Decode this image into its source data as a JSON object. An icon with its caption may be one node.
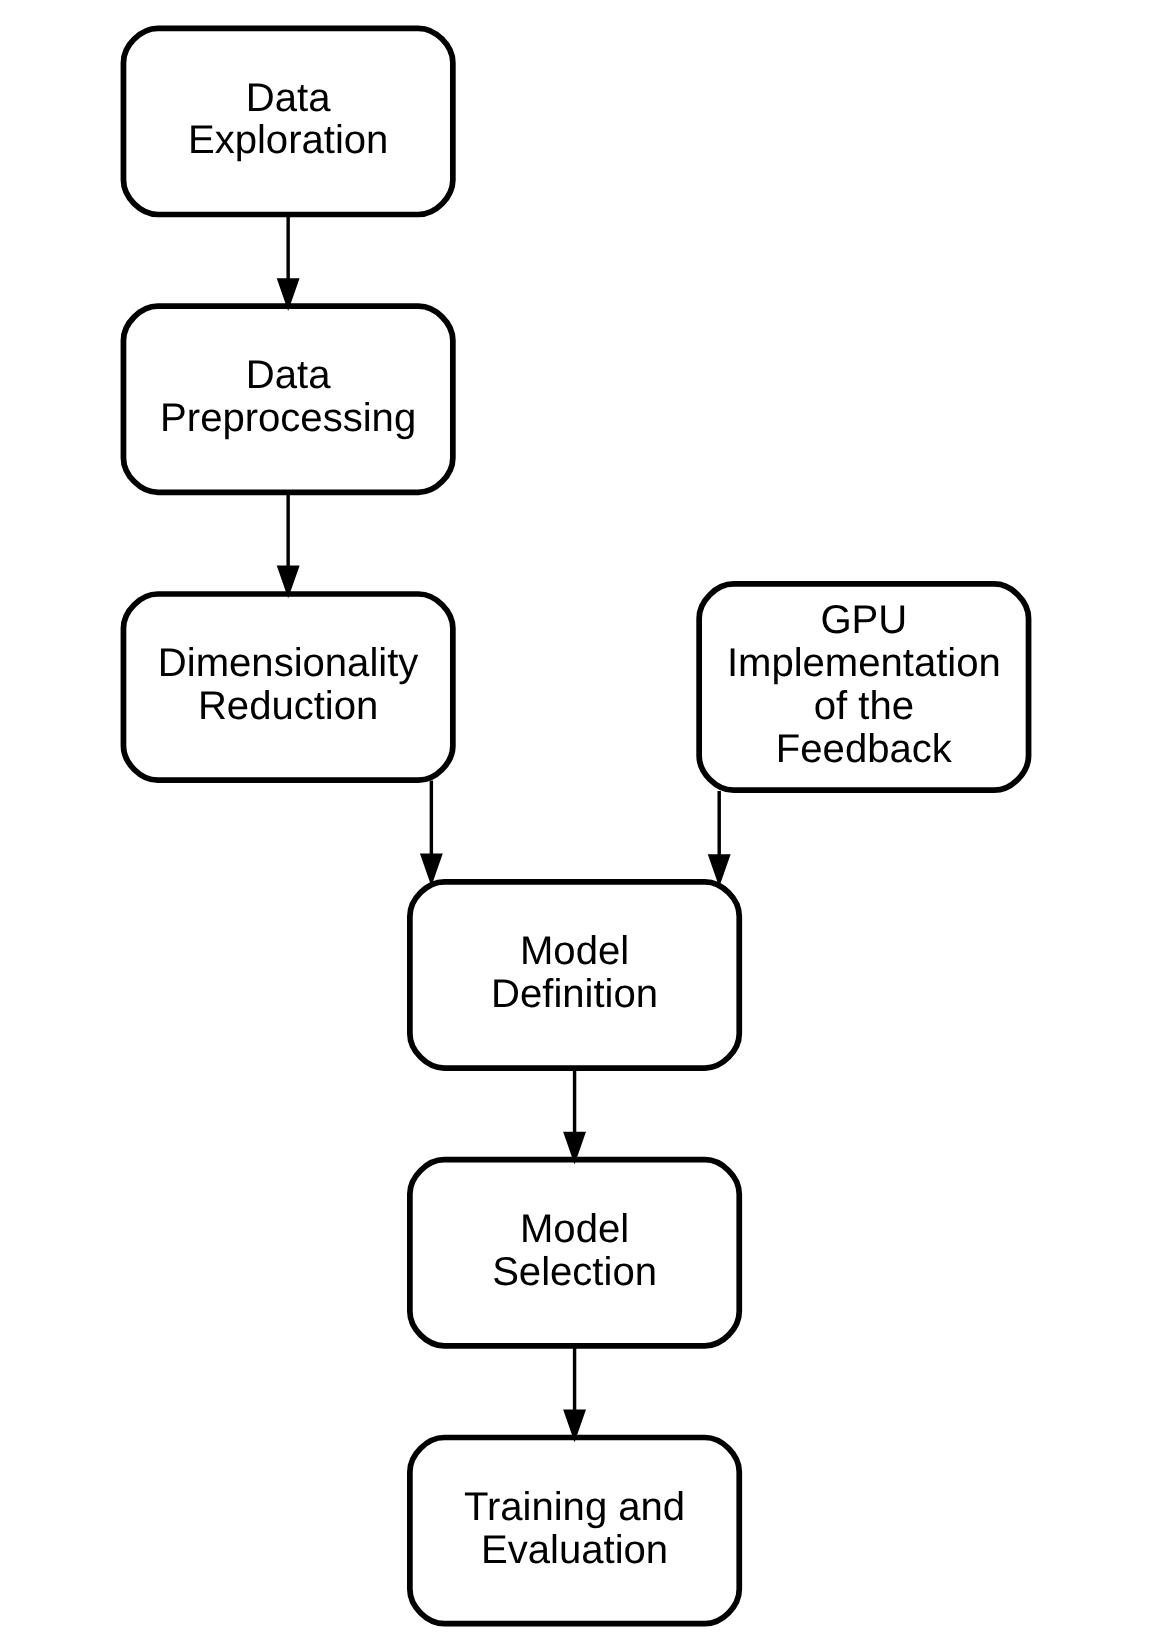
{
  "diagram": {
    "nodes": [
      {
        "text": [
          "Data Exploration"
        ]
      },
      {
        "text": [
          "Data Preprocessing"
        ]
      },
      {
        "text": [
          "Dimensionality Reduction"
        ]
      },
      {
        "text": [
          "GPU Implementation of the Feedback"
        ]
      },
      {
        "text": [
          "Model Definition"
        ]
      },
      {
        "text": [
          "Model Selection"
        ]
      },
      {
        "text": [
          "Training and Evaluation"
        ]
      }
    ],
    "edges": [
      {
        "from": 0,
        "to": 1,
        "arrow": "to"
      },
      {
        "from": 1,
        "to": 2,
        "arrow": "to"
      },
      {
        "from": 2,
        "to": 4,
        "arrow": "to"
      },
      {
        "from": 3,
        "to": 4,
        "arrow": "to"
      },
      {
        "from": 4,
        "to": 5,
        "arrow": "to"
      },
      {
        "from": 5,
        "to": 6,
        "arrow": "to"
      }
    ]
  }
}
